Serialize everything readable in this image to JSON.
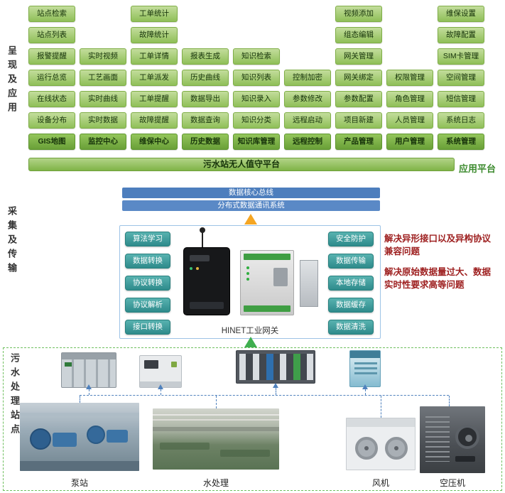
{
  "left_labels": {
    "presentation": "呈现及应用",
    "collection": "采集及传输",
    "station": "污水处理站点"
  },
  "app_grid": {
    "columns": [
      {
        "header": "GIS地图",
        "items": [
          "站点检索",
          "站点列表",
          "报警提醒",
          "运行总览",
          "在线状态",
          "设备分布"
        ]
      },
      {
        "header": "监控中心",
        "items": [
          "实时视频",
          "工艺画面",
          "实时曲线",
          "实时数据"
        ]
      },
      {
        "header": "维保中心",
        "items": [
          "工单统计",
          "故障统计",
          "工单详情",
          "工单派发",
          "工单提醒",
          "故障提醒"
        ]
      },
      {
        "header": "历史数据",
        "items": [
          "报表生成",
          "历史曲线",
          "数据导出",
          "数据查询"
        ]
      },
      {
        "header": "知识库管理",
        "items": [
          "知识检索",
          "知识列表",
          "知识录入",
          "知识分类"
        ]
      },
      {
        "header": "远程控制",
        "items": [
          "控制加密",
          "参数修改",
          "远程启动"
        ]
      },
      {
        "header": "产品管理",
        "items": [
          "视频添加",
          "组态编辑",
          "网关管理",
          "网关绑定",
          "参数配置",
          "项目新建"
        ]
      },
      {
        "header": "用户管理",
        "items": [
          "权限管理",
          "角色管理",
          "人员管理"
        ]
      },
      {
        "header": "系统管理",
        "items": [
          "维保设置",
          "故障配置",
          "SIM卡管理",
          "空间管理",
          "短信管理",
          "系统日志"
        ]
      }
    ]
  },
  "platform_bar": "污水站无人值守平台",
  "app_platform_label": "应用平台",
  "bus": {
    "core": "数据核心总线",
    "distributed": "分布式数据通讯系统"
  },
  "gateway": {
    "label": "HINET工业网关",
    "left_functions": [
      "算法学习",
      "数据转换",
      "协议转换",
      "协议解析",
      "接口转换"
    ],
    "right_functions": [
      "安全防护",
      "数据传输",
      "本地存储",
      "数据缓存",
      "数据清洗"
    ]
  },
  "notes": [
    "解决异形接口以及异构协议兼容问题",
    "解决原始数据量过大、数据实时性要求高等问题"
  ],
  "station": {
    "sites": [
      "泵站",
      "水处理",
      "风机",
      "空压机"
    ]
  },
  "colors": {
    "green_button": "#8fbf58",
    "green_header": "#699f37",
    "blue_bus": "#4d7ebd",
    "teal_button": "#2e8b8b",
    "note_red": "#9e2020",
    "dashed_border": "#6fbf5f",
    "connector_blue": "#4f81bd",
    "arrow_orange": "#f5a623",
    "arrow_green": "#3faf4f"
  }
}
